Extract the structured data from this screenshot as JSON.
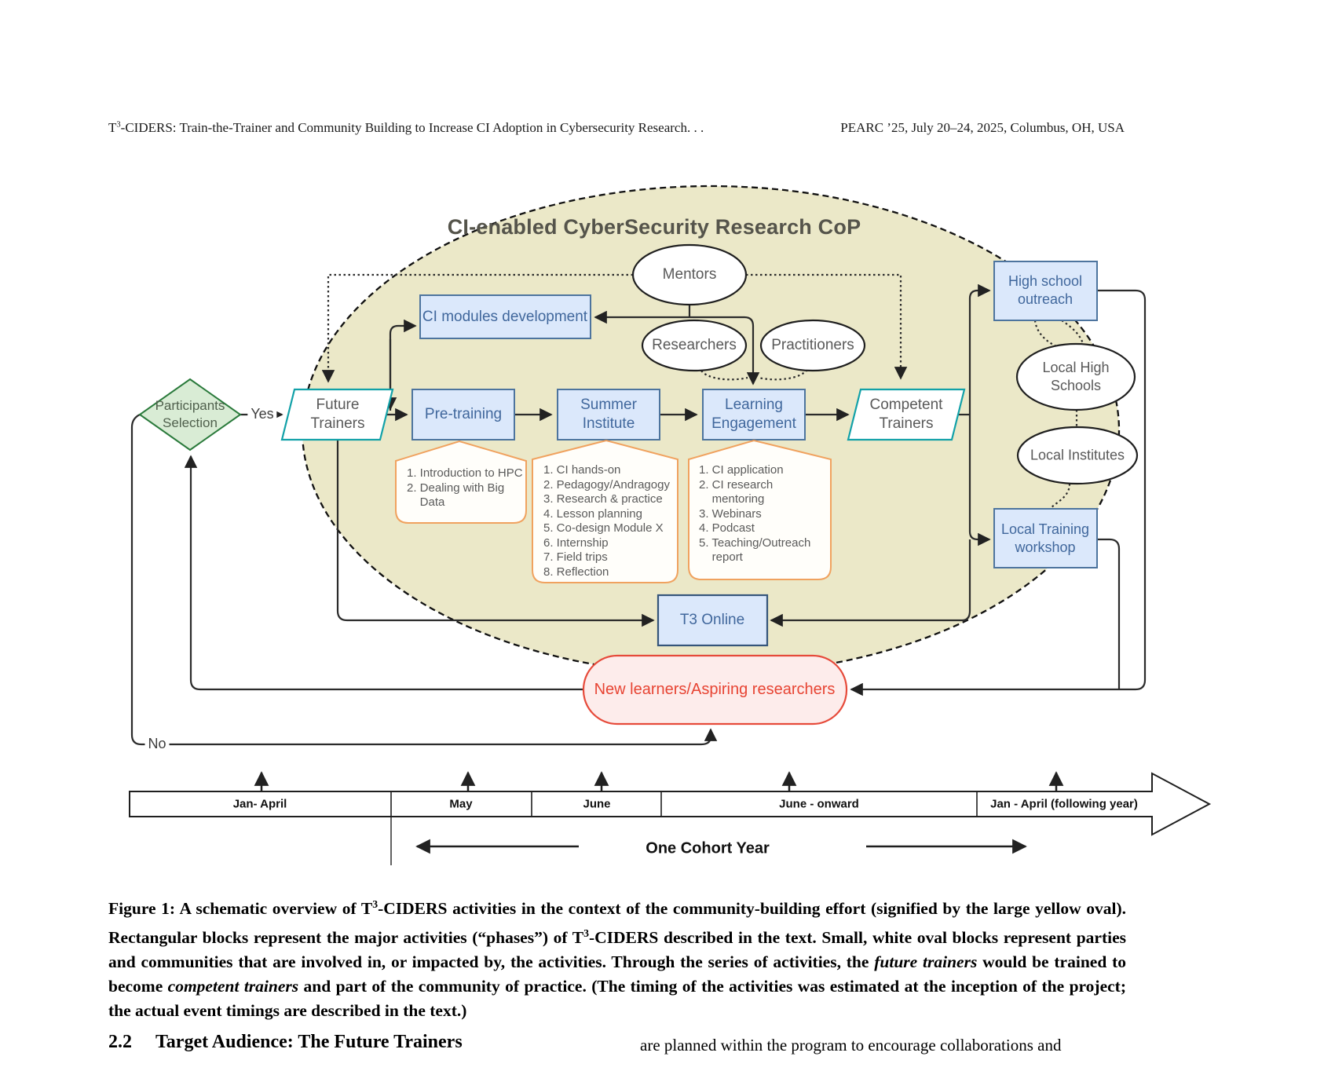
{
  "header": {
    "left_segments": [
      {
        "text": "T"
      },
      {
        "text": "3",
        "sup": true
      },
      {
        "text": "-CIDERS: Train-the-Trainer and Community Building to Increase CI Adoption in Cybersecurity Research. . ."
      }
    ],
    "right": "PEARC ’25, July 20–24, 2025, Columbus, OH, USA"
  },
  "diagram": {
    "cop_title": "CI-enabled CyberSecurity Research CoP",
    "nodes": {
      "participants_selection": {
        "lines": [
          "Participants",
          "Selection"
        ]
      },
      "future_trainers": {
        "lines": [
          "Future",
          "Trainers"
        ]
      },
      "pre_training": {
        "lines": [
          "Pre-training"
        ]
      },
      "summer_institute": {
        "lines": [
          "Summer",
          "Institute"
        ]
      },
      "learning_engagement": {
        "lines": [
          "Learning",
          "Engagement"
        ]
      },
      "competent_trainers": {
        "lines": [
          "Competent",
          "Trainers"
        ]
      },
      "ci_modules_development": {
        "lines": [
          "CI modules development"
        ]
      },
      "mentors": {
        "lines": [
          "Mentors"
        ]
      },
      "researchers": {
        "lines": [
          "Researchers"
        ]
      },
      "practitioners": {
        "lines": [
          "Practitioners"
        ]
      },
      "high_school_outreach": {
        "lines": [
          "High school",
          "outreach"
        ]
      },
      "local_high_schools": {
        "lines": [
          "Local High",
          "Schools"
        ]
      },
      "local_institutes": {
        "lines": [
          "Local Institutes"
        ]
      },
      "local_training_workshop": {
        "lines": [
          "Local Training",
          "workshop"
        ]
      },
      "t3_online": {
        "lines": [
          "T3 Online"
        ]
      },
      "new_learners": {
        "lines": [
          "New learners/Aspiring researchers"
        ]
      }
    },
    "labels": {
      "yes": "Yes",
      "no": "No"
    },
    "callouts": {
      "pre_training": {
        "lines": [
          "1. Introduction to HPC",
          "2. Dealing with Big",
          "    Data"
        ]
      },
      "summer_institute": {
        "lines": [
          "1. CI hands-on",
          "2. Pedagogy/Andragogy",
          "3. Research & practice",
          "4. Lesson planning",
          "5. Co-design Module X",
          "6. Internship",
          "7. Field trips",
          "8. Reflection"
        ]
      },
      "learning_engagement": {
        "lines": [
          "1. CI application",
          "2. CI research",
          "    mentoring",
          "3. Webinars",
          "4. Podcast",
          "5. Teaching/Outreach",
          "    report"
        ]
      }
    },
    "colors": {
      "cop_oval_fill": "#ebe8c8",
      "box_fill": "#dbe8fb",
      "box_border": "#4d749e",
      "teal_border": "#12a1a8",
      "diamond_fill": "#d9ecd5",
      "diamond_border": "#2a7a3b",
      "callout_border": "#f0a25f",
      "pill_fill": "#fdeceb",
      "pill_border": "#e64a3a"
    }
  },
  "timeline": {
    "segments": [
      "Jan- April",
      "May",
      "June",
      "June - onward",
      "Jan - April (following year)"
    ],
    "cohort_label": "One Cohort Year"
  },
  "caption": {
    "segments": [
      {
        "text": "Figure 1: A schematic overview of T"
      },
      {
        "text": "3",
        "sup": true
      },
      {
        "text": "-CIDERS activities in the context of the community-building effort (signified by the large yellow oval). Rectangular blocks represent the major activities (“phases”) of T"
      },
      {
        "text": "3",
        "sup": true
      },
      {
        "text": "-CIDERS described in the text. Small, white oval blocks represent parties and communities that are involved in, or impacted by, the activities. Through the series of activities, the "
      },
      {
        "text": "future trainers",
        "italic": true
      },
      {
        "text": " would be trained to become "
      },
      {
        "text": "competent trainers",
        "italic": true
      },
      {
        "text": " and part of the community of practice. (The timing of the activities was estimated at the inception of the project; the actual event timings are described in the text.)"
      }
    ]
  },
  "section": {
    "heading_number": "2.2",
    "heading_title": "Target Audience: The Future Trainers",
    "right_column_text": "are planned within the program to encourage collaborations and"
  }
}
